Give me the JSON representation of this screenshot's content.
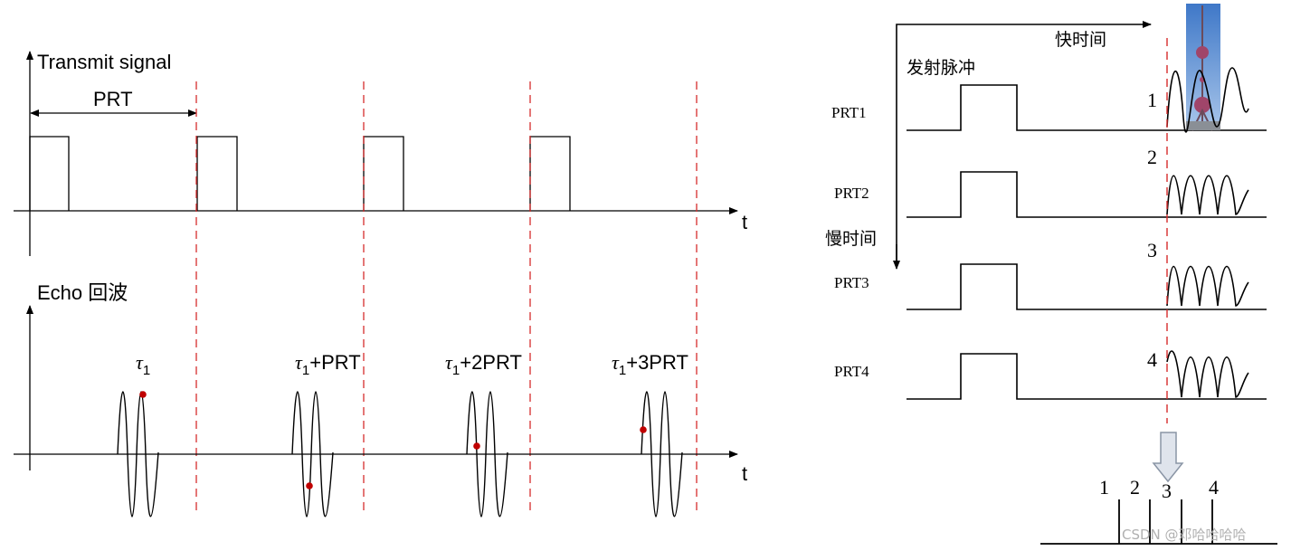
{
  "left_panel": {
    "transmit_label": "Transmit signal",
    "prt_label": "PRT",
    "echo_label": "Echo 回波",
    "t_axis_top": "t",
    "t_axis_bottom": "t",
    "echo_delays": [
      {
        "tau": "τ",
        "sub": "1",
        "suffix": ""
      },
      {
        "tau": "τ",
        "sub": "1",
        "suffix": "+PRT"
      },
      {
        "tau": "τ",
        "sub": "1",
        "suffix": "+2PRT"
      },
      {
        "tau": "τ",
        "sub": "1",
        "suffix": "+3PRT"
      }
    ]
  },
  "right_panel": {
    "fast_time_label": "快时间",
    "slow_time_label": "慢时间",
    "transmit_pulse_label": "发射脉冲",
    "rows": [
      {
        "label": "PRT1",
        "index": "1"
      },
      {
        "label": "PRT2",
        "index": "2"
      },
      {
        "label": "PRT3",
        "index": "3"
      },
      {
        "label": "PRT4",
        "index": "4"
      }
    ],
    "bottom_indices": [
      "1",
      "2",
      "3",
      "4"
    ]
  },
  "watermark": "CSDN @邓哈哈哈哈",
  "colors": {
    "line": "#000000",
    "dashed_marker": "#d62c2c",
    "sample_dot": "#c00000",
    "arrow_fill": "#dfe4ec",
    "arrow_stroke": "#8a95a5",
    "watermark": "#b0b0b0"
  }
}
